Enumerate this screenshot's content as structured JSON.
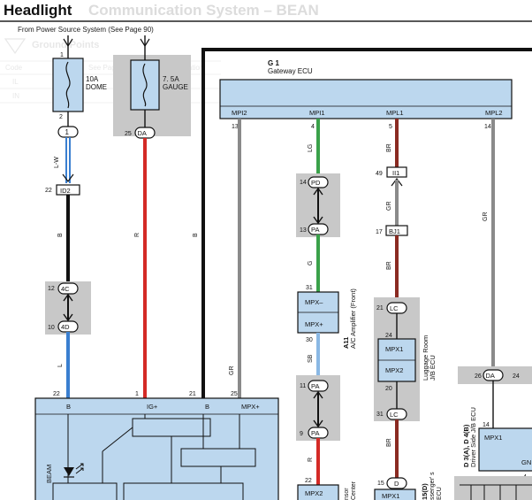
{
  "page": {
    "title": "Headlight",
    "ghost_title": "Communication System – BEAN",
    "from_power_note": "From Power Source System (See Page 90)"
  },
  "fuses": [
    {
      "id": "dome",
      "line1": "10A",
      "line2": "DOME",
      "top_pin": "1",
      "bottom_pin": "2"
    },
    {
      "id": "gauge",
      "line1": "7. 5A",
      "line2": "GAUGE",
      "connector": "DA",
      "pin": "25"
    }
  ],
  "connectors": {
    "c1": "1",
    "id2": {
      "label": "ID2",
      "pin": "22"
    },
    "c4c": {
      "label": "4C",
      "pin": "12"
    },
    "c4d": {
      "label": "4D",
      "pin": "10"
    },
    "pd": {
      "label": "PD",
      "pin": "14"
    },
    "pa_top": {
      "label": "PA",
      "pin": "13"
    },
    "ii1": {
      "label": "II1",
      "pin": "49"
    },
    "bj1": {
      "label": "BJ1",
      "pin": "17"
    },
    "lc_top": {
      "label": "LC",
      "pin": "21"
    },
    "lc_bottom": {
      "label": "LC",
      "pin": "31"
    },
    "pa_mid": {
      "label": "PA",
      "pin": "11"
    },
    "pa_bot": {
      "label": "PA",
      "pin": "9"
    },
    "da_right": {
      "label": "DA",
      "left_pin": "26",
      "right_pin": "24"
    },
    "d_bottom": {
      "label": "D",
      "pin": "15"
    }
  },
  "wire_colors": {
    "lw": "L-W",
    "b": "B",
    "l": "L",
    "r": "R",
    "gr": "GR",
    "lg": "LG",
    "g": "G",
    "sb": "SB",
    "br": "BR"
  },
  "colors": {
    "ecu_fill": "#bcd7ee",
    "shade": "#c8c8c8",
    "red": "#d42a26",
    "blue": "#3a7fd0",
    "green": "#3aa14a",
    "gray": "#8a8a8a",
    "brown": "#8a2b22",
    "lightblue": "#8ab8e4",
    "black": "#111111"
  },
  "gateway": {
    "code": "G 1",
    "name": "Gateway ECU",
    "terminals": [
      "MPI2",
      "MPI1",
      "MPL1",
      "MPL2"
    ],
    "pins": [
      "13",
      "4",
      "5",
      "14"
    ]
  },
  "amplifier": {
    "code": "A11",
    "name": "A/C Amplifier (Front)",
    "t1": "MPX–",
    "t2": "MPX+",
    "pin_top": "31",
    "pin_bottom": "30"
  },
  "jb_ecu": {
    "name_line1": "Luggage Room",
    "name_line2": "J/B ECU",
    "t1": "MPX1",
    "t2": "MPX2",
    "pin_top": "24",
    "pin_bottom": "20"
  },
  "driver_ecu": {
    "code": "D 3(A), D 4(B)",
    "name": "Driver Side J/B ECU",
    "terminal": "MPX1",
    "terminal2": "GN",
    "pin": "14",
    "pin2": "4"
  },
  "bottom_ecu": {
    "pins": [
      "22",
      "1",
      "21",
      "25"
    ],
    "terminals": [
      "B",
      "IG+",
      "B",
      "MPX+"
    ],
    "beam_label": "BEAM"
  },
  "bottom_mid": {
    "pin": "22",
    "terminal": "MPX2",
    "partial1": "nsor",
    "partial2": "Center"
  },
  "bottom_right": {
    "terminal": "MPX1",
    "code": "15(D)",
    "partial1": "ssenger' s",
    "partial2": "ECU"
  },
  "ghost_table": {
    "heading": "Ground Points",
    "col1": "Code",
    "col2": "See Page",
    "col3": "Location",
    "row1": "IL",
    "row2": "IN"
  }
}
